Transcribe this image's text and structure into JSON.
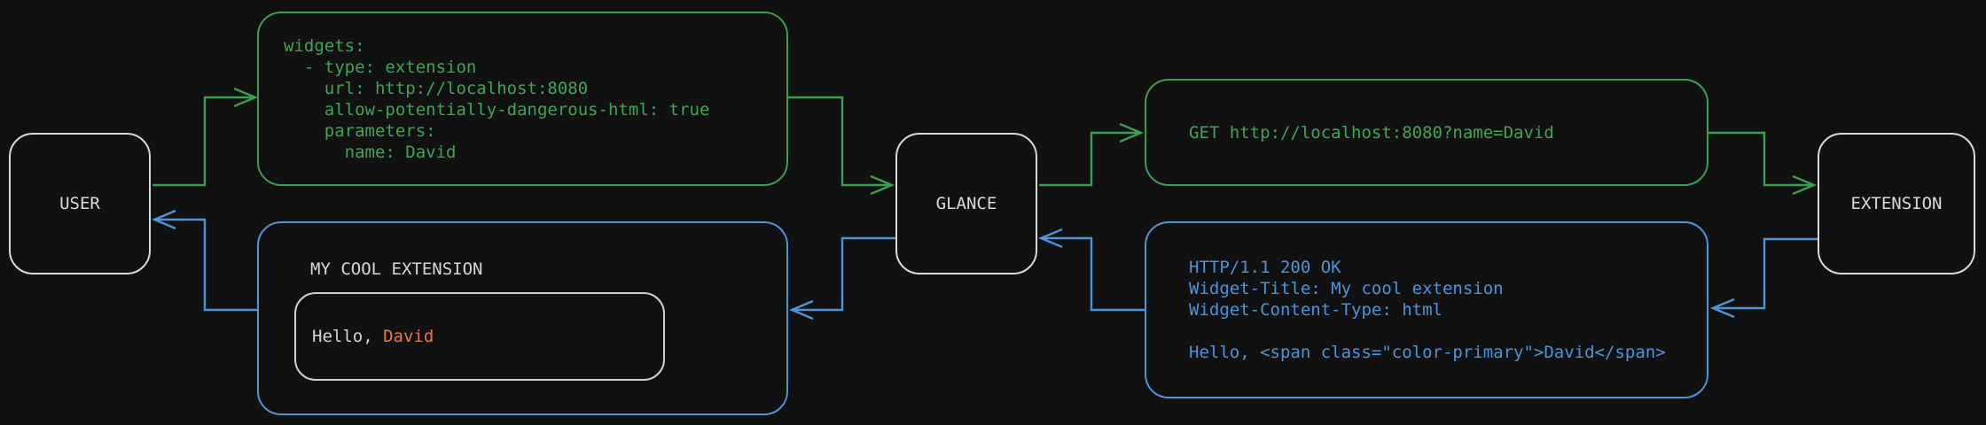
{
  "colors": {
    "background": "#111111",
    "forward_flow_green": "#3b9e51",
    "return_flow_blue": "#4d94d8",
    "primary_orange": "#e87a3a",
    "node_border_white": "#d9d9d9"
  },
  "nodes": {
    "user": {
      "label": "USER"
    },
    "glance": {
      "label": "GLANCE"
    },
    "extension": {
      "label": "EXTENSION"
    }
  },
  "boxes": {
    "config": {
      "code": "widgets:\n  - type: extension\n    url: http://localhost:8080\n    allow-potentially-dangerous-html: true\n    parameters:\n      name: David"
    },
    "request": {
      "code": "GET http://localhost:8080?name=David"
    },
    "response": {
      "code": "HTTP/1.1 200 OK\nWidget-Title: My cool extension\nWidget-Content-Type: html\n\nHello, <span class=\"color-primary\">David</span>"
    },
    "widget": {
      "title": "MY COOL EXTENSION",
      "greeting_prefix": "Hello, ",
      "name": "David"
    }
  }
}
